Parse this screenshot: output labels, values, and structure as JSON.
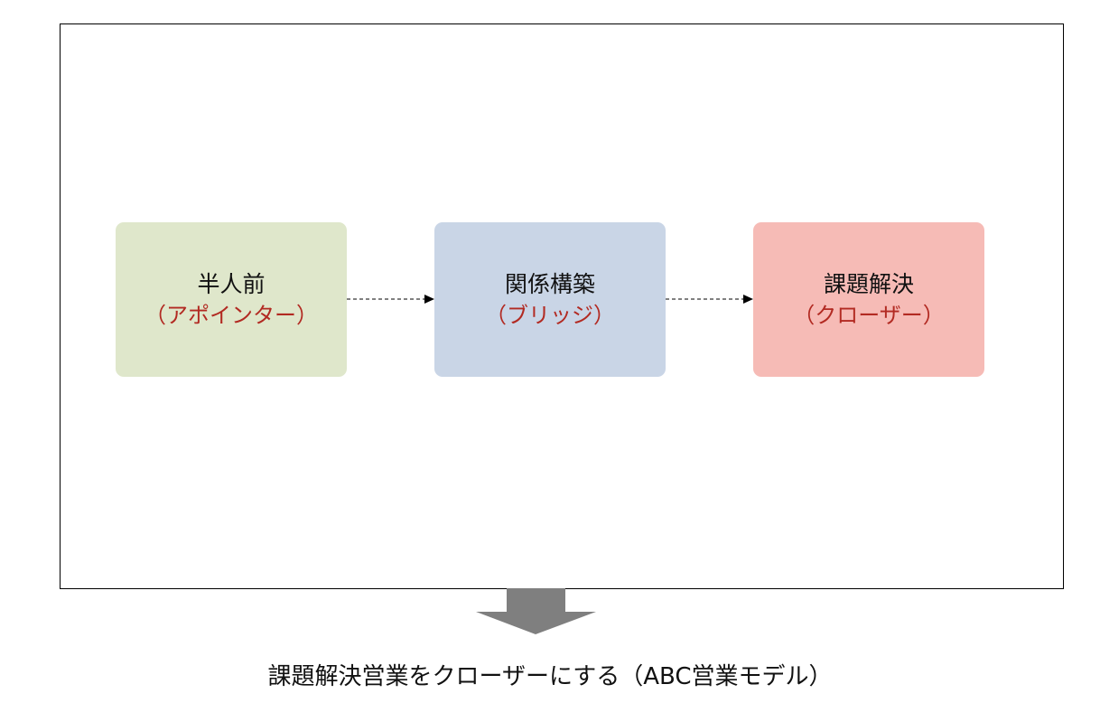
{
  "stages": [
    {
      "title": "半人前",
      "subtitle": "（アポインター）",
      "color": "#dfe7cb"
    },
    {
      "title": "関係構築",
      "subtitle": "（ブリッジ）",
      "color": "#c9d5e6"
    },
    {
      "title": "課題解決",
      "subtitle": "（クローザー）",
      "color": "#f6bbb6"
    }
  ],
  "caption": "課題解決営業をクローザーにする（ABC営業モデル）"
}
